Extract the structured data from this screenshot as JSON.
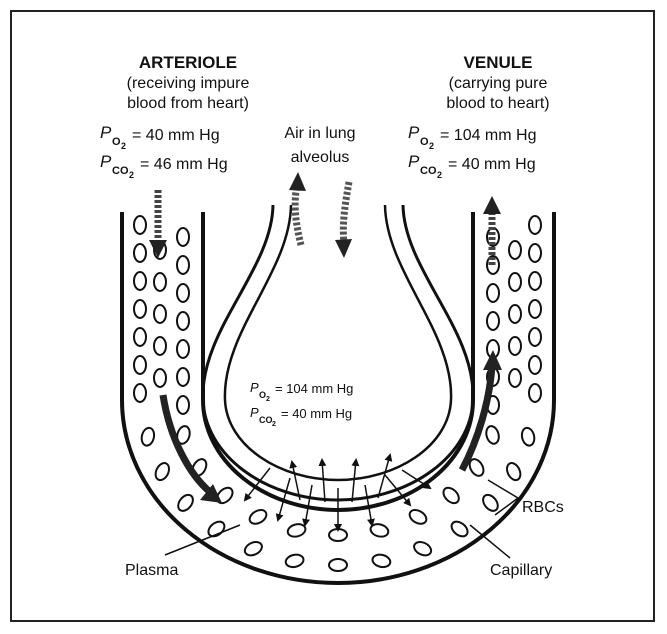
{
  "arteriole": {
    "title": "ARTERIOLE",
    "line1": "(receiving impure",
    "line2": "blood from heart)",
    "po2": {
      "symbol": "P",
      "sub": "O",
      "subnum": "2",
      "value": "= 40 mm Hg"
    },
    "pco2": {
      "symbol": "P",
      "sub": "CO",
      "subnum": "2",
      "value": "= 46 mm Hg"
    }
  },
  "venule": {
    "title": "VENULE",
    "line1": "(carrying pure",
    "line2": "blood to heart)",
    "po2": {
      "symbol": "P",
      "sub": "O",
      "subnum": "2",
      "value": "= 104 mm Hg"
    },
    "pco2": {
      "symbol": "P",
      "sub": "CO",
      "subnum": "2",
      "value": "= 40 mm Hg"
    }
  },
  "alveolus": {
    "line1": "Air in lung",
    "line2": "alveolus",
    "po2": {
      "symbol": "P",
      "sub": "O",
      "subnum": "2",
      "value": "= 104 mm Hg"
    },
    "pco2": {
      "symbol": "P",
      "sub": "CO",
      "subnum": "2",
      "value": "= 40 mm Hg"
    }
  },
  "labels": {
    "plasma": "Plasma",
    "capillary": "Capillary",
    "rbcs": "RBCs"
  }
}
